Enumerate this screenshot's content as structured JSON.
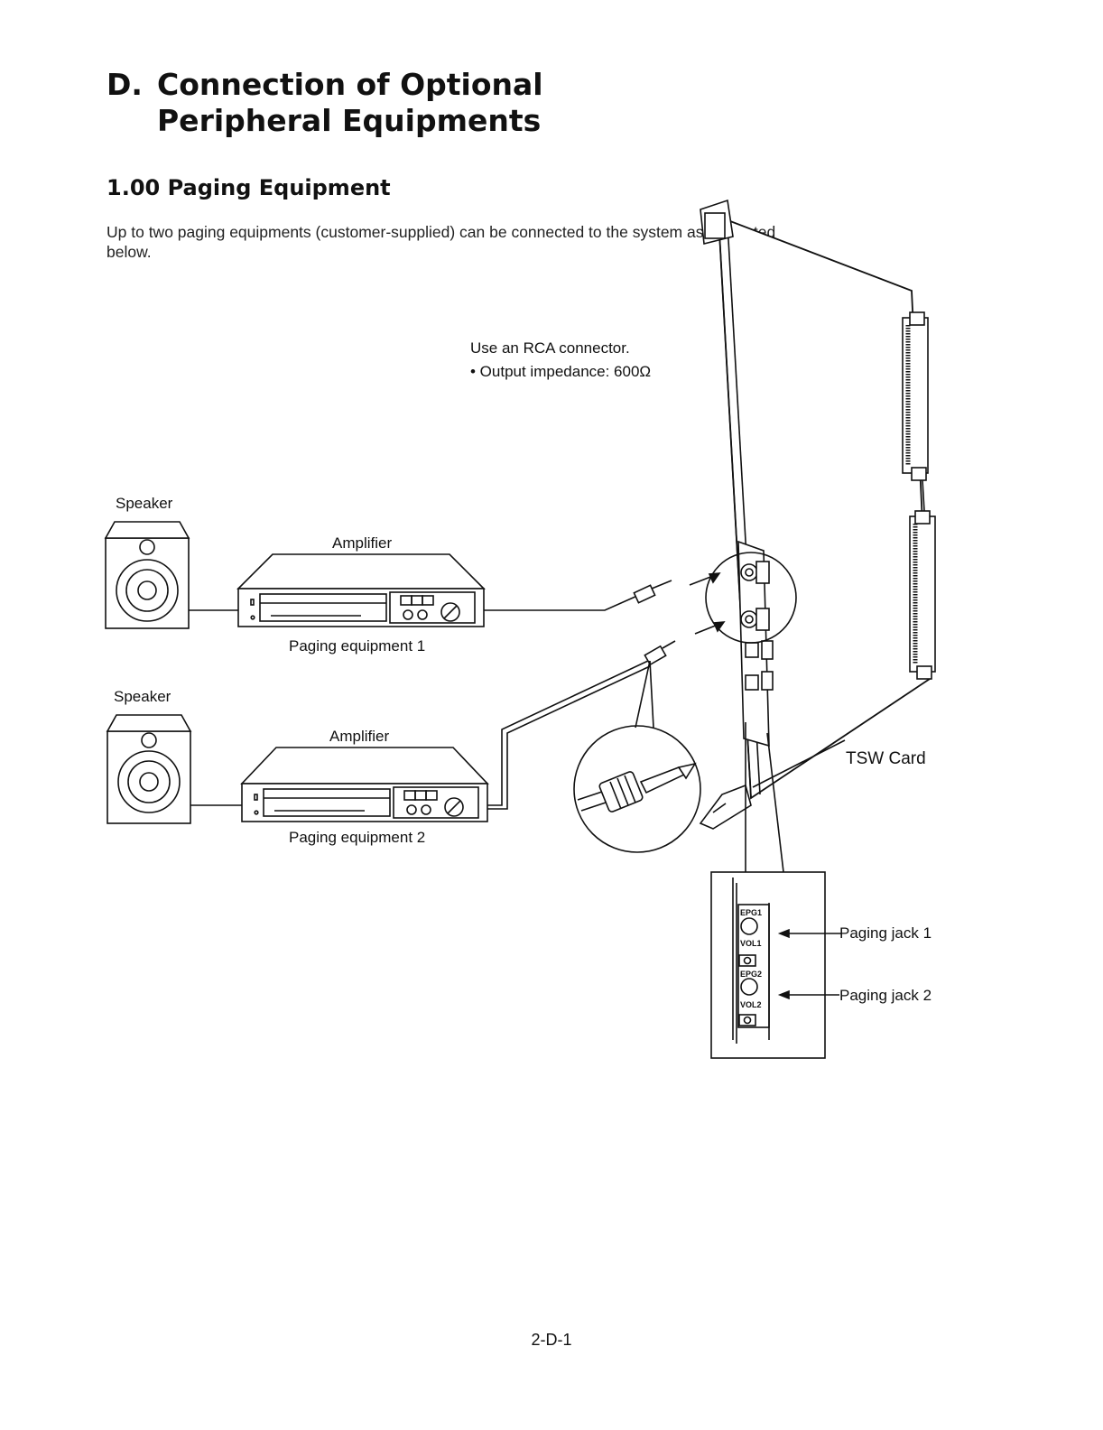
{
  "heading": {
    "letter": "D.",
    "line1": "Connection of Optional",
    "line2": "Peripheral Equipments"
  },
  "section": {
    "title": "1.00 Paging Equipment"
  },
  "intro": "Up to two paging equipments (customer-supplied) can be connected to the system as illustrated below.",
  "diagram": {
    "note_line1": "Use an RCA connector.",
    "note_line2": "• Output impedance: 600Ω",
    "speaker_1": "Speaker",
    "speaker_2": "Speaker",
    "amplifier_1": "Amplifier",
    "amplifier_2": "Amplifier",
    "paging_equipment_1": "Paging equipment 1",
    "paging_equipment_2": "Paging equipment 2",
    "tsw_card": "TSW Card",
    "paging_jack_1": "Paging jack 1",
    "paging_jack_2": "Paging jack 2",
    "epg1": "EPG1",
    "vol1": "VOL1",
    "epg2": "EPG2",
    "vol2": "VOL2"
  },
  "footer": {
    "page_number": "2-D-1"
  }
}
